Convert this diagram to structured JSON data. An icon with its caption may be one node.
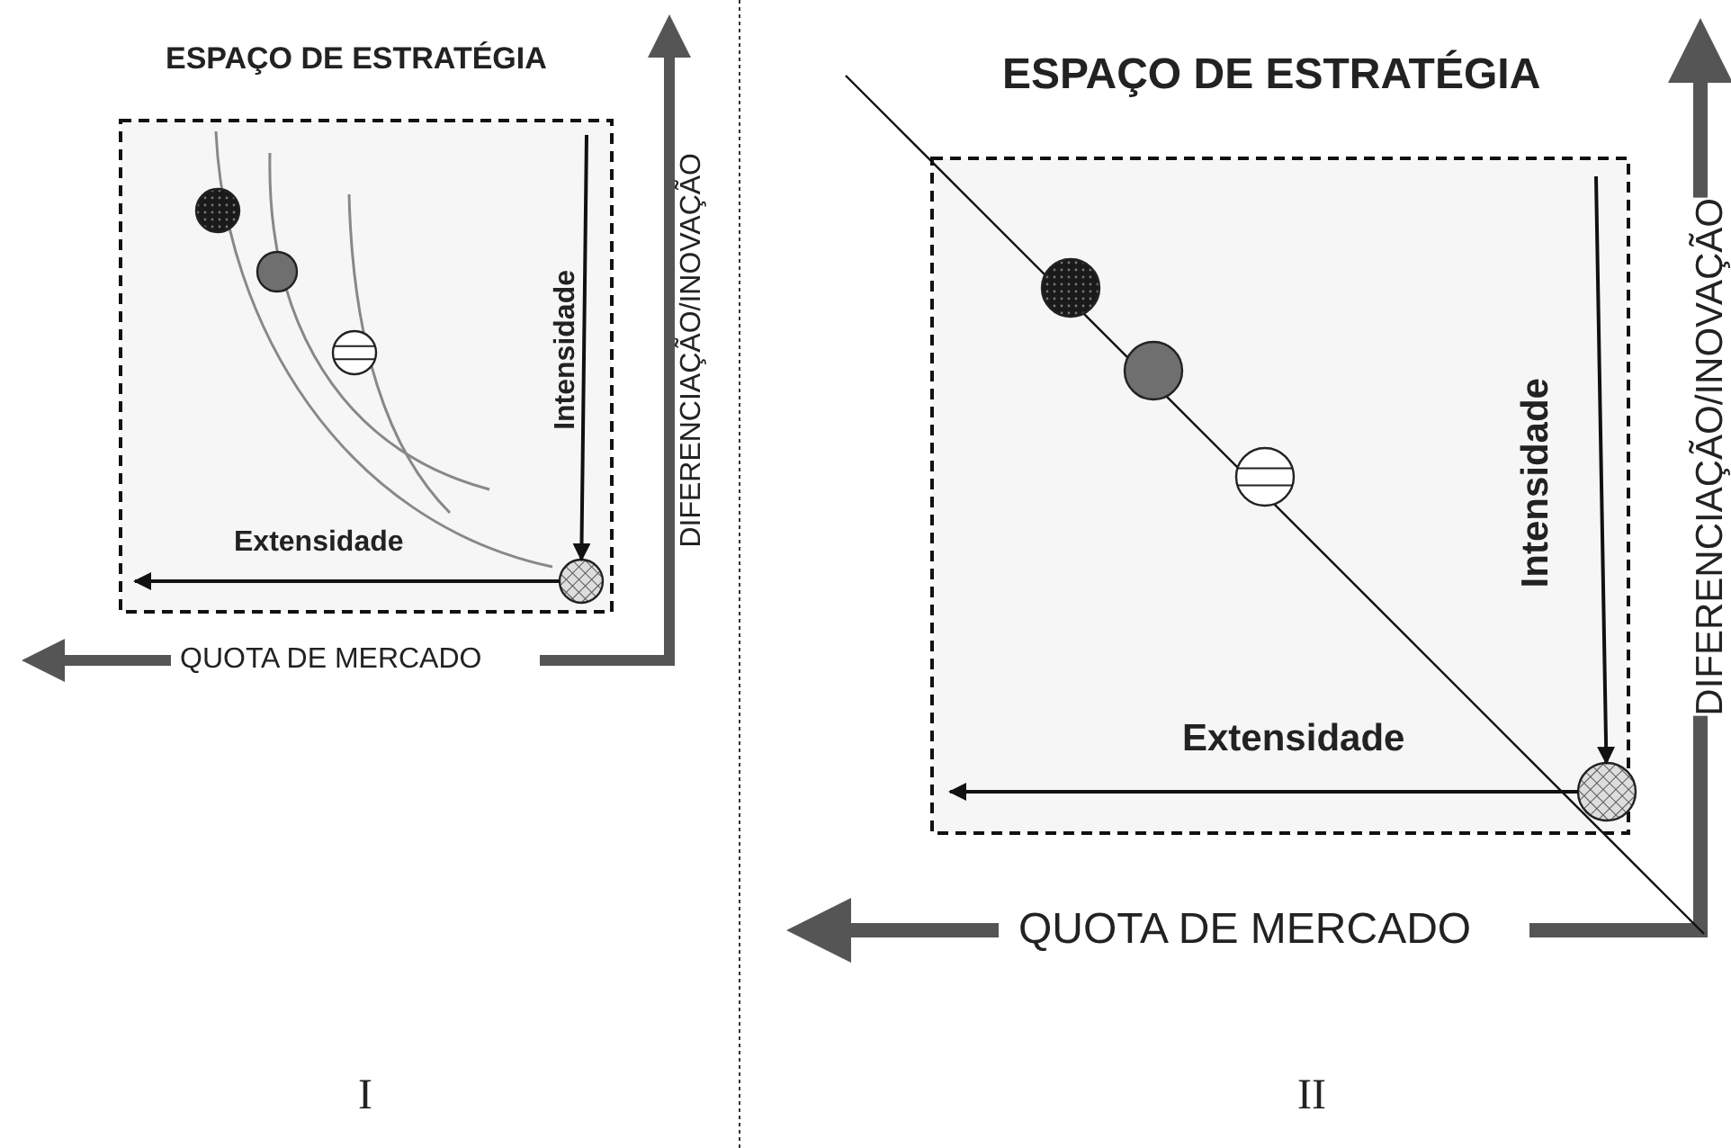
{
  "diagram": {
    "nodes": [
      {
        "text": [],
        "shape": "circle"
      },
      {
        "text": [],
        "shape": "circle"
      },
      {
        "text": [],
        "shape": "circle"
      },
      {
        "text": [],
        "shape": "circle"
      },
      {
        "text": [],
        "shape": "circle"
      },
      {
        "text": [],
        "shape": "circle"
      },
      {
        "text": [],
        "shape": "circle"
      },
      {
        "text": [],
        "shape": "circle"
      }
    ],
    "edges": [
      {
        "from": null,
        "to": 3,
        "arrow": "to",
        "label": "Intensidade"
      },
      {
        "from": 3,
        "to": null,
        "arrow": "to",
        "label": "Extensidade"
      },
      {
        "from": null,
        "to": 7,
        "arrow": "to",
        "label": "Intensidade"
      },
      {
        "from": 7,
        "to": null,
        "arrow": "to",
        "label": "Extensidade"
      }
    ],
    "labels": [
      "ESPAÇO DE ESTRATÉGIA",
      "DIFERENCIAÇÃO/INOVAÇÃO",
      "QUOTA DE MERCADO",
      "I",
      "ESPAÇO DE ESTRATÉGIA",
      "DIFERENCIAÇÃO/INOVAÇÃO",
      "QUOTA DE MERCADO",
      "II"
    ]
  }
}
